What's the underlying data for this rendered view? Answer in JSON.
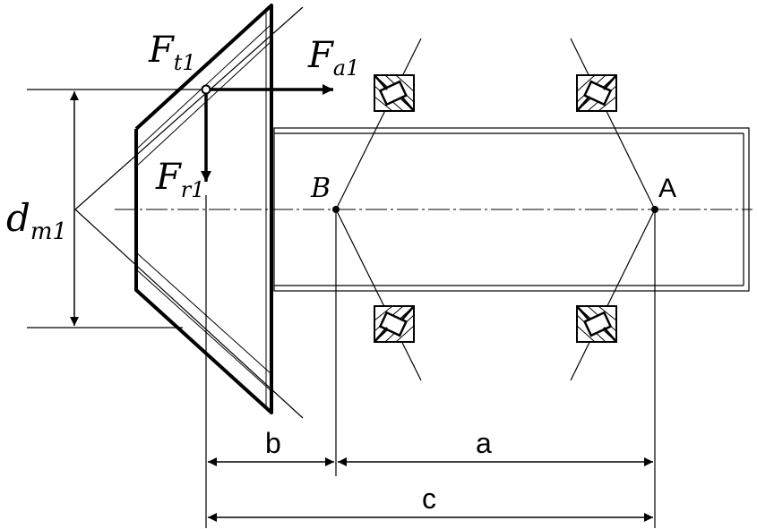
{
  "labels": {
    "ft1": {
      "main": "F",
      "sub": "t1"
    },
    "fa1": {
      "main": "F",
      "sub": "a1"
    },
    "fr1": {
      "main": "F",
      "sub": "r1"
    },
    "dm1": {
      "main": "d",
      "sub": "m1"
    },
    "point_b": "B",
    "point_a": "A",
    "dim_b": "b",
    "dim_a": "a",
    "dim_c": "c"
  },
  "colors": {
    "stroke": "#000000",
    "background": "#ffffff"
  }
}
